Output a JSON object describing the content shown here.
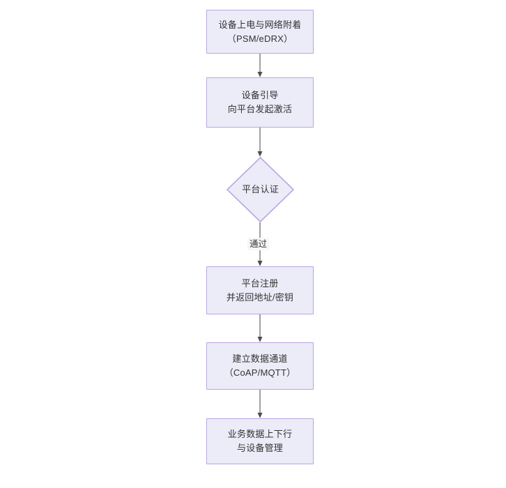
{
  "diagram": {
    "type": "flowchart",
    "direction": "top-to-bottom",
    "background_color": "#ffffff",
    "node_fill_color": "#ecebf8",
    "node_border_color": "#b9a5e3",
    "edge_color": "#555555",
    "text_color": "#333333",
    "nodes": [
      {
        "id": "n1",
        "shape": "rectangle",
        "label": "设备上电与网络附着\n（PSM/eDRX）"
      },
      {
        "id": "n2",
        "shape": "rectangle",
        "label": "设备引导\n向平台发起激活"
      },
      {
        "id": "n3",
        "shape": "diamond",
        "label": "平台认证"
      },
      {
        "id": "n4",
        "shape": "rectangle",
        "label": "平台注册\n并返回地址/密钥"
      },
      {
        "id": "n5",
        "shape": "rectangle",
        "label": "建立数据通道\n（CoAP/MQTT）"
      },
      {
        "id": "n6",
        "shape": "rectangle",
        "label": "业务数据上下行\n与设备管理"
      }
    ],
    "edges": [
      {
        "id": "e1",
        "from": "n1",
        "to": "n2",
        "label": ""
      },
      {
        "id": "e2",
        "from": "n2",
        "to": "n3",
        "label": ""
      },
      {
        "id": "e3",
        "from": "n3",
        "to": "n4",
        "label": "通过"
      },
      {
        "id": "e4",
        "from": "n4",
        "to": "n5",
        "label": ""
      },
      {
        "id": "e5",
        "from": "n5",
        "to": "n6",
        "label": ""
      }
    ]
  }
}
